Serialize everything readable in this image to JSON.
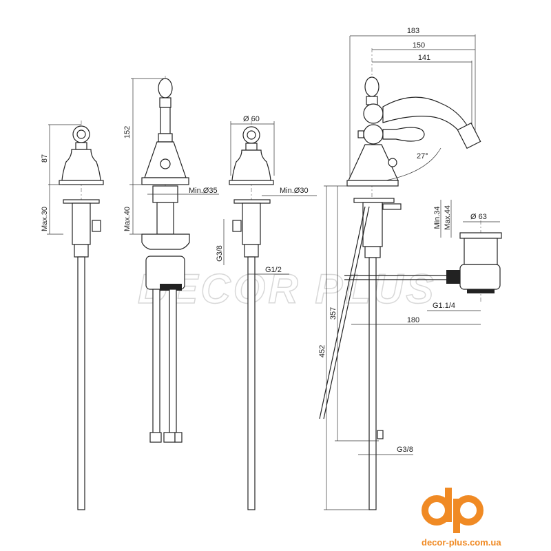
{
  "dimensions": {
    "view1": {
      "height_top": "87",
      "max_deck": "Max.30"
    },
    "view2": {
      "height_spout": "152",
      "max_deck": "Max.40",
      "min_hole": "Min.Ø35"
    },
    "view3": {
      "diameter": "Ø 60",
      "min_hole": "Min.Ø30",
      "inlet": "G3/8",
      "thread": "G1/2"
    },
    "view4": {
      "width_total": "183",
      "width_150": "150",
      "width_141": "141",
      "angle": "27°",
      "min_deck": "Min.34",
      "max_deck": "Max.44",
      "waste_diameter": "Ø 63",
      "waste_thread": "G1.1/4",
      "waste_distance": "180",
      "height_357": "357",
      "height_452": "452",
      "hose_thread": "G3/8"
    }
  },
  "watermark": "DECOR PLUS",
  "brand": {
    "logo": "dp",
    "website": "decor-plus.com.ua",
    "color": "#f08a24"
  }
}
